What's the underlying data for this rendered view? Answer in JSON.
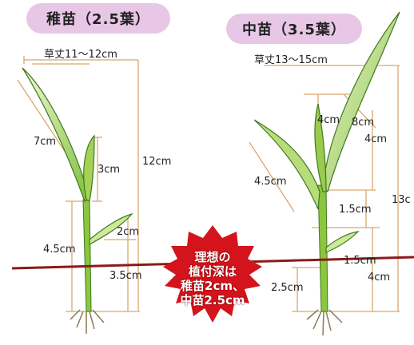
{
  "left_title": "稚苗（2.5葉）",
  "right_title": "中苗（3.5葉）",
  "left_height": "草丈11～12cm",
  "right_height": "草丈13～15cm",
  "left_labels": {
    "l7": "7cm",
    "l3": "3cm",
    "l12": "12cm",
    "l2": "2cm",
    "l45": "4.5cm",
    "l35": "3.5cm"
  },
  "right_labels": {
    "r4a": "4cm",
    "r8": "8cm",
    "r4b": "4cm",
    "r45": "4.5cm",
    "r13": "13c",
    "r15a": "1.5cm",
    "r15b": "1.5cm",
    "r4c": "4cm",
    "r25": "2.5cm"
  },
  "callout": [
    "理想の",
    "植付深は",
    "稚苗2cm、",
    "中苗2.5cm"
  ],
  "colors": {
    "badge": "#e8c7e6",
    "ground_line": "#8b1a1a",
    "burst": "#d4141c",
    "stem": "#8cc63f",
    "dim_line": "#d9a86c"
  }
}
